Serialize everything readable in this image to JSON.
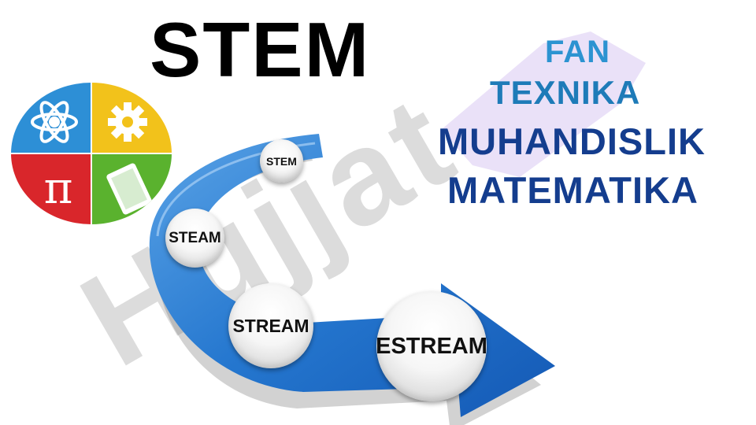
{
  "title": "STEM",
  "words": {
    "fan": "FAN",
    "texnika": "TEXNIKA",
    "muhandislik": "MUHANDISLIK",
    "matematika": "MATEMATIKA"
  },
  "watermark": "Hujjat",
  "stages": {
    "stem": "STEM",
    "steam": "STEAM",
    "stream": "STREAM",
    "estream": "ESTREAM"
  },
  "logo_icons": [
    "atom-icon",
    "gear-icon",
    "pi-icon",
    "tablet-icon"
  ],
  "colors": {
    "arrow_blue": "#1c6fc8",
    "fan": "#2c93d1",
    "texnika": "#1e7bb8",
    "dark_words": "#143d8e",
    "logo_blue": "#2d8fd6",
    "logo_yellow": "#f2c21b",
    "logo_red": "#d9262b",
    "logo_green": "#5ab22e"
  }
}
